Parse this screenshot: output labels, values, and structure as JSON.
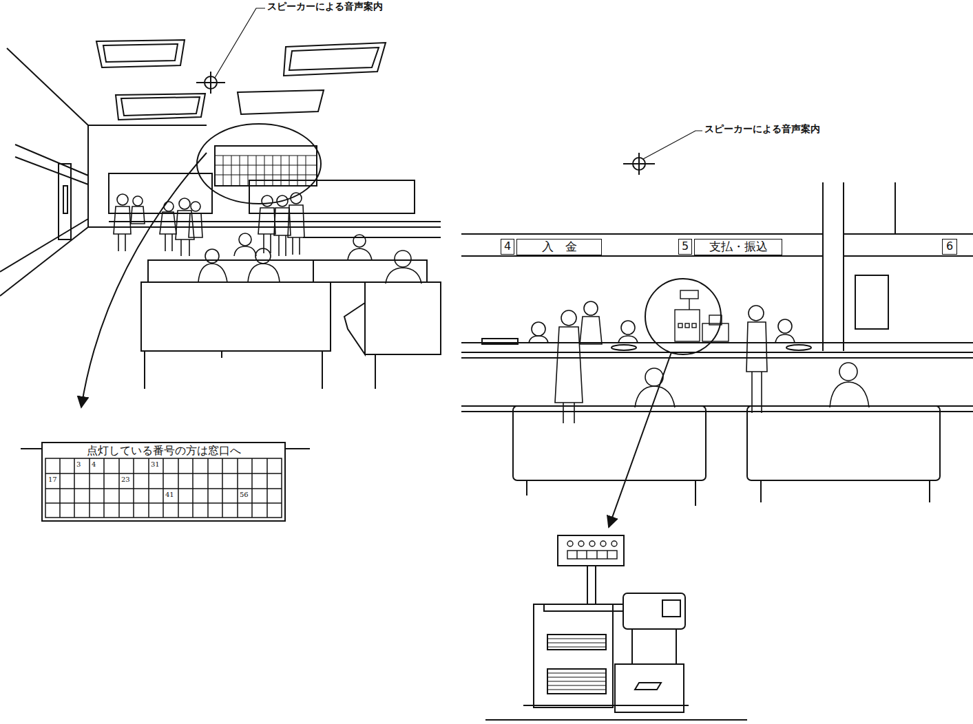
{
  "diagram": {
    "nodes": [
      {
        "text": [
          "点灯している番号の方は窓口へ"
        ]
      },
      {
        "text": [
          "4"
        ]
      },
      {
        "text": [
          "入　金"
        ]
      },
      {
        "text": [
          "5"
        ]
      },
      {
        "text": [
          "支払・振込"
        ]
      },
      {
        "text": [
          "6"
        ]
      }
    ],
    "labels": [
      "スピーカーによる音声案内",
      "スピーカーによる音声案内",
      "17",
      "3",
      "4",
      "23",
      "31",
      "41",
      "56"
    ]
  }
}
